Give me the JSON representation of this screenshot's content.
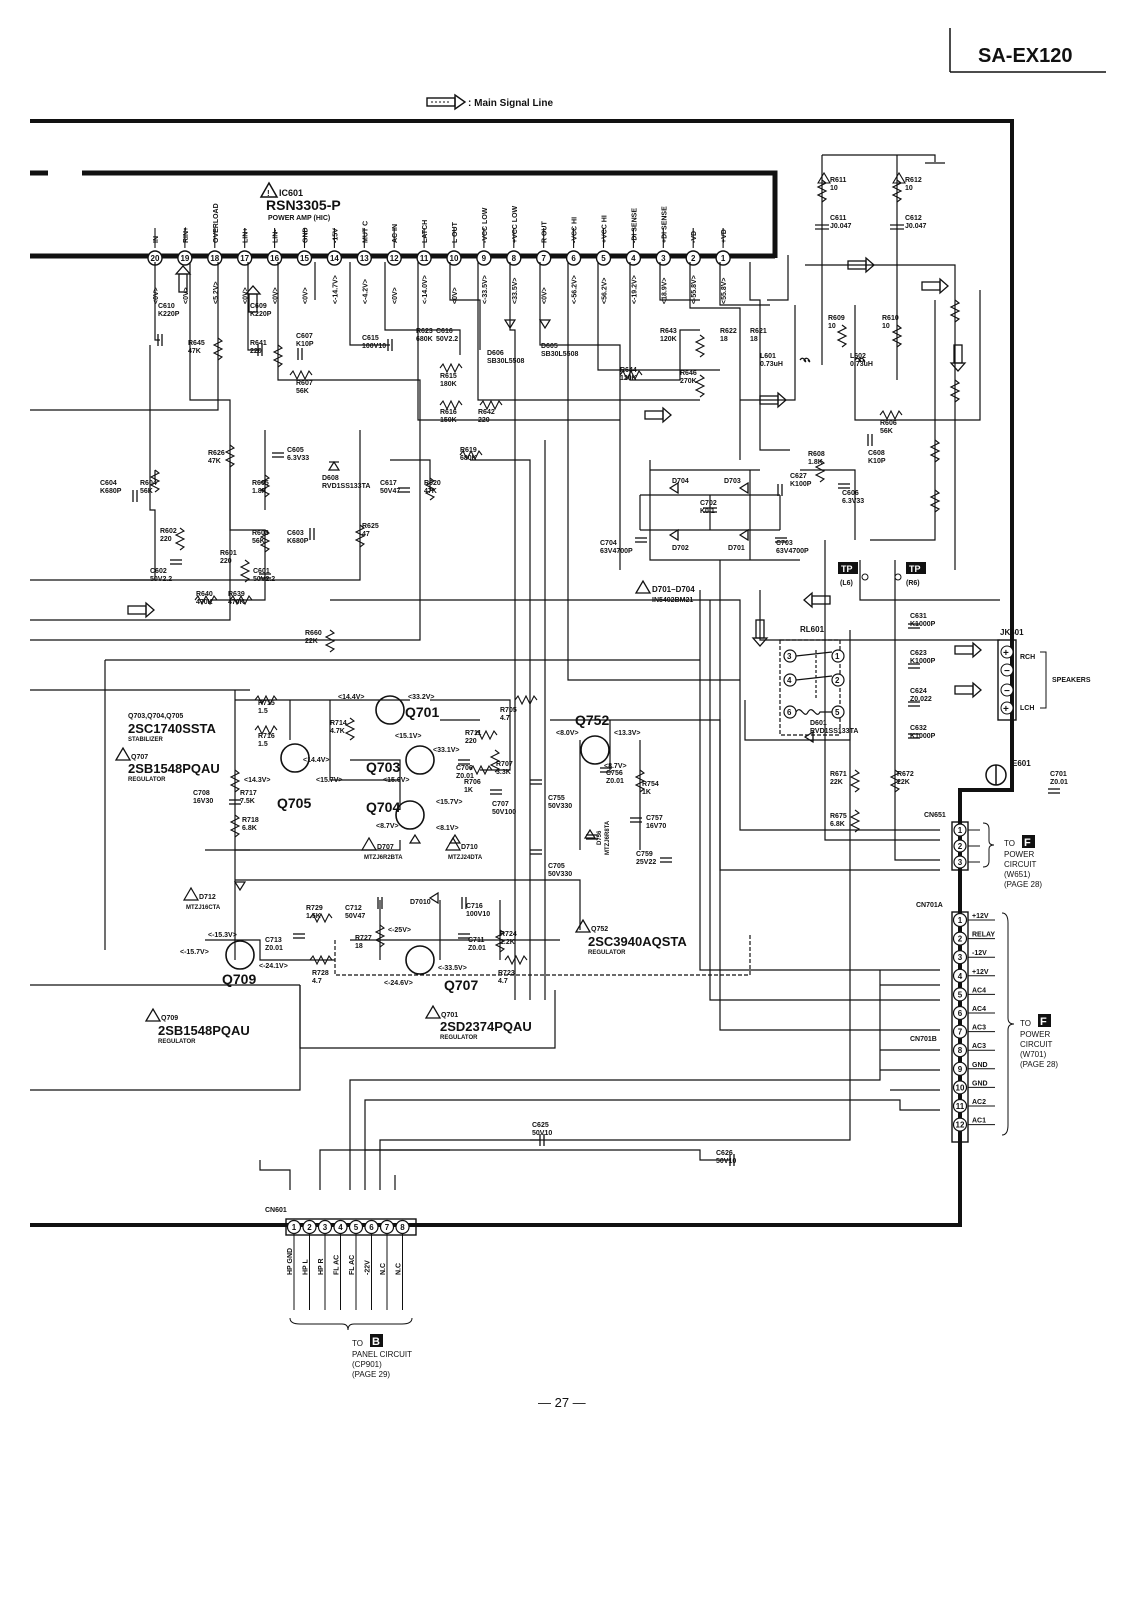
{
  "header": {
    "model": "SA-EX120",
    "legend_label": ": Main Signal Line",
    "page_number": "— 27 —"
  },
  "ic601": {
    "ref": "IC601",
    "part": "RSN3305-P",
    "desc": "POWER AMP (HIC)",
    "pins": [
      {
        "num": "20",
        "name": "IN",
        "v": "<0V>"
      },
      {
        "num": "19",
        "name": "RIN+",
        "v": "<0V>"
      },
      {
        "num": "18",
        "name": "OVERLOAD",
        "v": "<5.2V>"
      },
      {
        "num": "17",
        "name": "LIN+",
        "v": "<0V>"
      },
      {
        "num": "16",
        "name": "LIN-",
        "v": "<0V>"
      },
      {
        "num": "15",
        "name": "GND",
        "v": "<0V>"
      },
      {
        "num": "14",
        "name": "-15V",
        "v": "<-14.7V>"
      },
      {
        "num": "13",
        "name": "MUT C",
        "v": "<-4.2V>"
      },
      {
        "num": "12",
        "name": "AC IN",
        "v": "<0V>"
      },
      {
        "num": "11",
        "name": "LATCH",
        "v": "<-14.0V>"
      },
      {
        "num": "10",
        "name": "L OUT",
        "v": "<0V>"
      },
      {
        "num": "9",
        "name": "-VCC LOW",
        "v": "<-33.5V>"
      },
      {
        "num": "8",
        "name": "+VCC LOW",
        "v": "<33.5V>"
      },
      {
        "num": "7",
        "name": "R OUT",
        "v": "<0V>"
      },
      {
        "num": "6",
        "name": "-VCC HI",
        "v": "<-56.2V>"
      },
      {
        "num": "5",
        "name": "+VCC HI",
        "v": "<56.2V>"
      },
      {
        "num": "4",
        "name": "-DI SENSE",
        "v": "<-19.2V>"
      },
      {
        "num": "3",
        "name": "+DI SENSE",
        "v": "<18.9V>"
      },
      {
        "num": "2",
        "name": "-VD",
        "v": "<-55.8V>"
      },
      {
        "num": "1",
        "name": "+VD",
        "v": "<55.8V>"
      }
    ]
  },
  "components": [
    {
      "ref": "R611",
      "val": "10"
    },
    {
      "ref": "R612",
      "val": "10"
    },
    {
      "ref": "C611",
      "val": "J0.047"
    },
    {
      "ref": "C612",
      "val": "J0.047"
    },
    {
      "ref": "C610",
      "val": "K220P"
    },
    {
      "ref": "C609",
      "val": "K220P"
    },
    {
      "ref": "R645",
      "val": "47K"
    },
    {
      "ref": "R641",
      "val": "220"
    },
    {
      "ref": "C607",
      "val": "K10P"
    },
    {
      "ref": "R607",
      "val": "56K"
    },
    {
      "ref": "C615",
      "val": "100V10"
    },
    {
      "ref": "R623",
      "val": "680K"
    },
    {
      "ref": "C616",
      "val": "50V2.2"
    },
    {
      "ref": "D606",
      "val": "SB30L5508"
    },
    {
      "ref": "D605",
      "val": "SB30L5508"
    },
    {
      "ref": "R643",
      "val": "120K"
    },
    {
      "ref": "R622",
      "val": "18"
    },
    {
      "ref": "R621",
      "val": "18"
    },
    {
      "ref": "R609",
      "val": "10"
    },
    {
      "ref": "R610",
      "val": "10"
    },
    {
      "ref": "L601",
      "val": "0.73uH"
    },
    {
      "ref": "L602",
      "val": "0.73uH"
    },
    {
      "ref": "R644",
      "val": "120K"
    },
    {
      "ref": "R646",
      "val": "270K"
    },
    {
      "ref": "R615",
      "val": "180K"
    },
    {
      "ref": "R616",
      "val": "150K"
    },
    {
      "ref": "R642",
      "val": "220"
    },
    {
      "ref": "R606",
      "val": "56K"
    },
    {
      "ref": "R626",
      "val": "47K"
    },
    {
      "ref": "C605",
      "val": "6.3V33"
    },
    {
      "ref": "R619",
      "val": "680K"
    },
    {
      "ref": "R608",
      "val": "1.8K"
    },
    {
      "ref": "C608",
      "val": "K10P"
    },
    {
      "ref": "C606",
      "val": "6.3V33"
    },
    {
      "ref": "C604",
      "val": "K680P"
    },
    {
      "ref": "R604",
      "val": "56K"
    },
    {
      "ref": "R605",
      "val": "1.8K"
    },
    {
      "ref": "D608",
      "val": "RVD1SS133TA"
    },
    {
      "ref": "C617",
      "val": "50V47"
    },
    {
      "ref": "R620",
      "val": "47K"
    },
    {
      "ref": "C627",
      "val": "K100P"
    },
    {
      "ref": "R602",
      "val": "220"
    },
    {
      "ref": "R603",
      "val": "56K"
    },
    {
      "ref": "C603",
      "val": "K680P"
    },
    {
      "ref": "R625",
      "val": "47"
    },
    {
      "ref": "C702",
      "val": "K0.1"
    },
    {
      "ref": "C704",
      "val": "63V4700P"
    },
    {
      "ref": "C703",
      "val": "63V4700P"
    },
    {
      "ref": "R601",
      "val": "220"
    },
    {
      "ref": "C602",
      "val": "50V2.2"
    },
    {
      "ref": "C601",
      "val": "50V2.2"
    },
    {
      "ref": "R640",
      "val": "470K"
    },
    {
      "ref": "R639",
      "val": "470K"
    },
    {
      "ref": "R660",
      "val": "22K"
    },
    {
      "ref": "C631",
      "val": "K1000P"
    },
    {
      "ref": "C623",
      "val": "K1000P"
    },
    {
      "ref": "C624",
      "val": "Z0.022"
    },
    {
      "ref": "C632",
      "val": "K1000P"
    },
    {
      "ref": "D601",
      "val": "RVD1SS133TA"
    },
    {
      "ref": "R715",
      "val": "1.5"
    },
    {
      "ref": "R716",
      "val": "1.5"
    },
    {
      "ref": "R714",
      "val": "4.7K"
    },
    {
      "ref": "R705",
      "val": "4.7"
    },
    {
      "ref": "R711",
      "val": "220"
    },
    {
      "ref": "C706",
      "val": "Z0.01"
    },
    {
      "ref": "R707",
      "val": "3.3K"
    },
    {
      "ref": "R706",
      "val": "1K"
    },
    {
      "ref": "C707",
      "val": "50V100"
    },
    {
      "ref": "C708",
      "val": "16V30"
    },
    {
      "ref": "R717",
      "val": "7.5K"
    },
    {
      "ref": "R718",
      "val": "6.8K"
    },
    {
      "ref": "C755",
      "val": "50V330"
    },
    {
      "ref": "C756",
      "val": "Z0.01"
    },
    {
      "ref": "R754",
      "val": "1K"
    },
    {
      "ref": "C757",
      "val": "16V70"
    },
    {
      "ref": "C759",
      "val": "25V22"
    },
    {
      "ref": "C705",
      "val": "50V330"
    },
    {
      "ref": "R671",
      "val": "22K"
    },
    {
      "ref": "R672",
      "val": "22K"
    },
    {
      "ref": "R675",
      "val": "6.8K"
    },
    {
      "ref": "C701",
      "val": "Z0.01"
    },
    {
      "ref": "R729",
      "val": "1.5K"
    },
    {
      "ref": "C712",
      "val": "50V47"
    },
    {
      "ref": "C716",
      "val": "100V10"
    },
    {
      "ref": "C713",
      "val": "Z0.01"
    },
    {
      "ref": "R727",
      "val": "18"
    },
    {
      "ref": "C711",
      "val": "Z0.01"
    },
    {
      "ref": "R724",
      "val": "1.2K"
    },
    {
      "ref": "R728",
      "val": "4.7"
    },
    {
      "ref": "R723",
      "val": "4.7"
    },
    {
      "ref": "C625",
      "val": "50V10"
    },
    {
      "ref": "C626",
      "val": "50V10"
    }
  ],
  "transistors": {
    "q701_label": "Q701",
    "q703_label": "Q703",
    "q704_label": "Q704",
    "q705_label": "Q705",
    "q752_label": "Q752",
    "q709_label": "Q709",
    "q707_label": "Q707",
    "group1_ref": "Q703,Q704,Q705",
    "group1_part": "2SC1740SSTA",
    "group1_desc": "STABILIZER",
    "q707_ref": "Q707",
    "q707_part": "2SB1548PQAU",
    "q707_desc": "REGULATOR",
    "q752_ref": "Q752",
    "q752_part": "2SC3940AQSTA",
    "q752_desc": "REGULATOR",
    "q709_ref": "Q709",
    "q709_part": "2SB1548PQAU",
    "q709_desc": "REGULATOR",
    "q701_ref": "Q701",
    "q701_part": "2SD2374PQAU",
    "q701_desc": "REGULATOR"
  },
  "diodes": {
    "d707": "D707",
    "d707_part": "MTZJ6R2BTA",
    "d710": "D710",
    "d710_part": "MTZJ24DTA",
    "d712": "D712",
    "d712_part": "MTZJ16CTA",
    "d756_ref": "D756",
    "d756_part": "MTZJ6R8TA",
    "d7010": "D7010",
    "bridge_ref": "D701–D704",
    "bridge_part": "IN5402BM21",
    "d704": "D704",
    "d703": "D703",
    "d702": "D702",
    "d701": "D701"
  },
  "voltages": {
    "v_144": "<14.4V>",
    "v_332": "<33.2V>",
    "v_151": "<15.1V>",
    "v_331": "<33.1V>",
    "v_156": "<15.6V>",
    "v_143": "<14.3V>",
    "v_157": "<15.7V>",
    "v_144b": "<14.4V>",
    "v_157b": "<15.7V>",
    "v_87": "<8.7V>",
    "v_81": "<8.1V>",
    "v_80": "<8.0V>",
    "v_133": "<13.3V>",
    "v_87b": "<8.7V>",
    "v_m153": "<-15.3V>",
    "v_m157": "<-15.7V>",
    "v_m241": "<-24.1V>",
    "v_m25": "<-25V>",
    "v_m246": "<-24.6V>",
    "v_m335": "<-33.5V>"
  },
  "relay": {
    "ref": "RL601"
  },
  "testpoints": {
    "tp": "TP",
    "l6": "(L6)",
    "r6": "(R6)"
  },
  "jk601": {
    "ref": "JK601",
    "rch": "RCH",
    "lch": "LCH",
    "speakers": "SPEAKERS"
  },
  "e601": {
    "ref": "E601"
  },
  "cn651": {
    "ref": "CN651",
    "to": "TO",
    "badge": "F",
    "l1": "POWER",
    "l2": "CIRCUIT",
    "l3": "(W651)",
    "l4": "(PAGE 28)"
  },
  "cn701": {
    "ref_a": "CN701A",
    "ref_b": "CN701B",
    "pins": [
      "+12V",
      "RELAY",
      "-12V",
      "+12V",
      "AC4",
      "AC4",
      "AC3",
      "AC3",
      "GND",
      "GND",
      "AC2",
      "AC1"
    ],
    "to": "TO",
    "badge": "F",
    "l1": "POWER",
    "l2": "CIRCUIT",
    "l3": "(W701)",
    "l4": "(PAGE 28)"
  },
  "cn601": {
    "ref": "CN601",
    "pins": [
      "HP GND",
      "HP L",
      "HP R",
      "FL AC",
      "FL AC",
      "-22V",
      "N.C",
      "N.C"
    ],
    "to": "TO",
    "badge": "B",
    "l1": "PANEL CIRCUIT",
    "l2": "(CP901)",
    "l3": "(PAGE 29)"
  }
}
